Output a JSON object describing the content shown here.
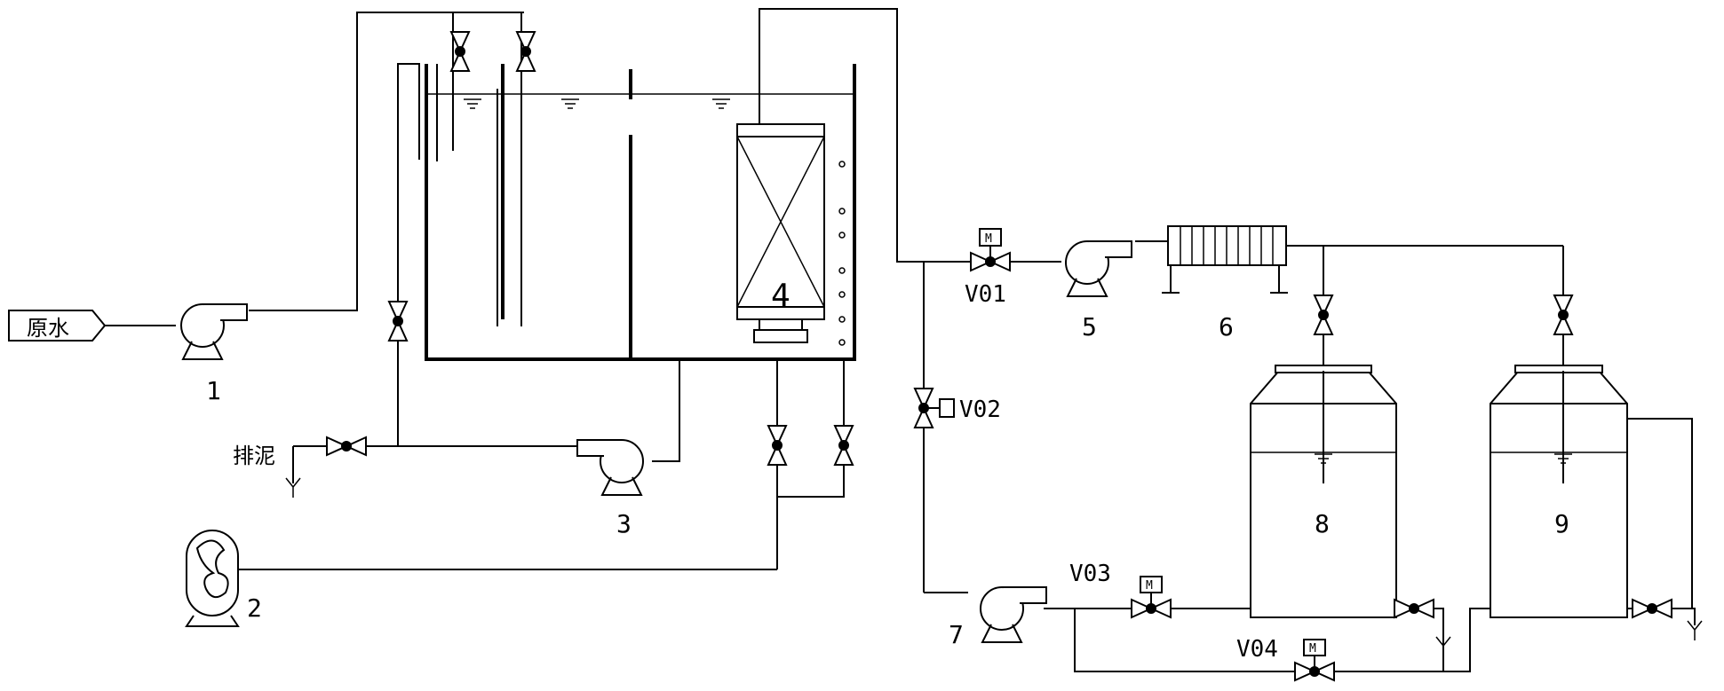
{
  "labels": {
    "raw_water": "原水",
    "sludge_discharge": "排泥",
    "n1": "1",
    "n2": "2",
    "n3": "3",
    "n4": "4",
    "n5": "5",
    "n6": "6",
    "n7": "7",
    "n8": "8",
    "n9": "9",
    "v01": "V01",
    "v02": "V02",
    "v03": "V03",
    "v04": "V04",
    "m": "M"
  },
  "colors": {
    "line": "#000000",
    "background": "#ffffff"
  }
}
